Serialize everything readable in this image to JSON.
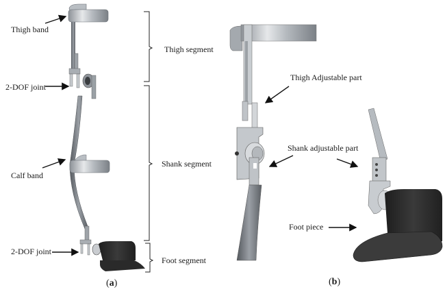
{
  "figure_a": {
    "caption_letter": "a",
    "labels": {
      "thigh_band": "Thigh band",
      "joint_upper": "2-DOF joint",
      "calf_band": "Calf band",
      "joint_lower": "2-DOF joint"
    },
    "segments": {
      "thigh": "Thigh segment",
      "shank": "Shank segment",
      "foot": "Foot segment"
    }
  },
  "figure_b": {
    "caption_letter": "b",
    "labels": {
      "thigh_adjustable": "Thigh Adjustable part",
      "shank_adjustable": "Shank adjustable part",
      "foot_piece": "Foot piece"
    }
  },
  "colors": {
    "metal_light": "#d9dce0",
    "metal_mid": "#a8adb3",
    "metal_dark": "#6e7379",
    "foot_dark": "#2b2b2b",
    "text": "#1a1a1a"
  }
}
